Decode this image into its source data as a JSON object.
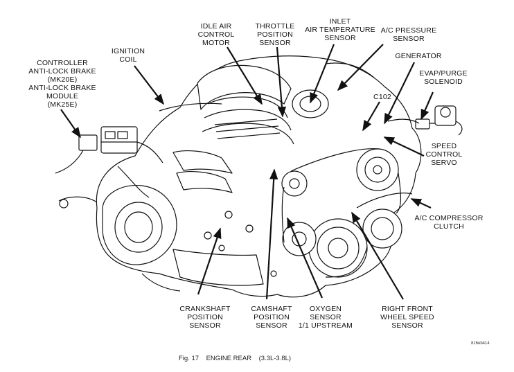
{
  "figure": {
    "caption": "Fig. 17    ENGINE REAR    (3.3L-3.8L)",
    "code": "816eb414"
  },
  "labels": {
    "controller": "CONTROLLER\nANTI-LOCK BRAKE\n(MK20E)\nANTI-LOCK BRAKE\nMODULE\n(MK25E)",
    "ignition_coil": "IGNITION\nCOIL",
    "iac_motor": "IDLE AIR\nCONTROL\nMOTOR",
    "tps": "THROTTLE\nPOSITION\nSENSOR",
    "iat": "INLET\nAIR TEMPERATURE\nSENSOR",
    "ac_pressure": "A/C PRESSURE\nSENSOR",
    "generator": "GENERATOR",
    "evap": "EVAP/PURGE\nSOLENOID",
    "c102": "C102",
    "speed_control": "SPEED\nCONTROL\nSERVO",
    "ac_clutch": "A/C COMPRESSOR\nCLUTCH",
    "crankshaft": "CRANKSHAFT\nPOSITION\nSENSOR",
    "camshaft": "CAMSHAFT\nPOSITION\nSENSOR",
    "oxygen": "OXYGEN\nSENSOR\n1/1 UPSTREAM",
    "wheel_speed": "RIGHT FRONT\nWHEEL SPEED\nSENSOR"
  }
}
